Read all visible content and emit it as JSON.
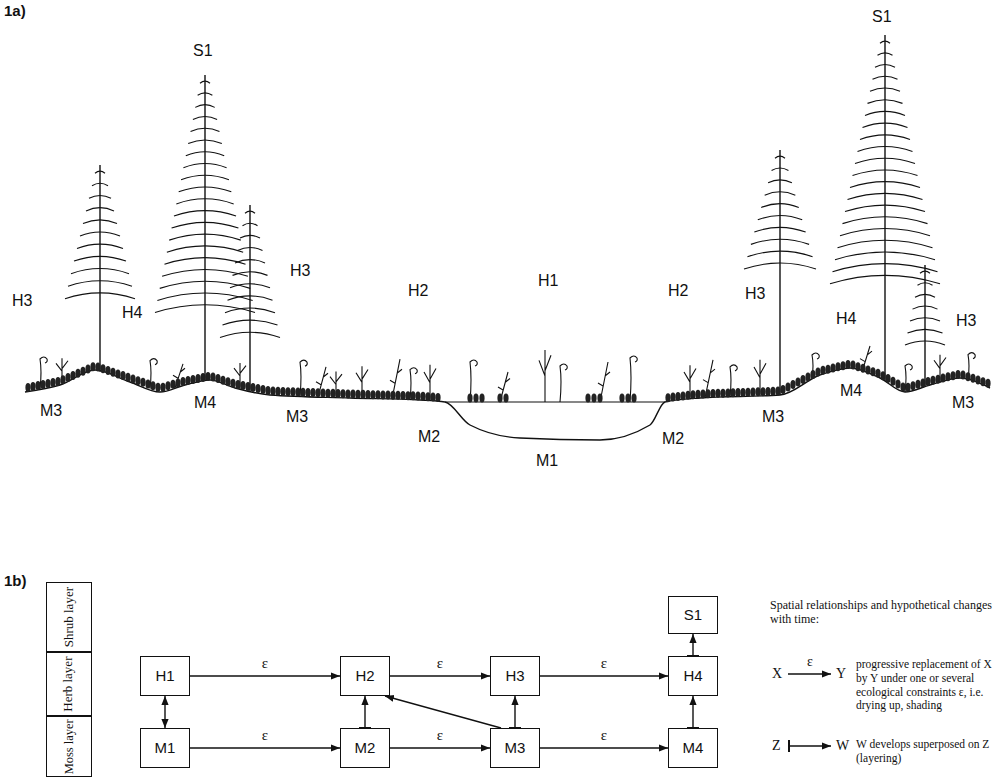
{
  "diagram": {
    "nodes": [
      {
        "text": [
          "Shrub layer"
        ]
      },
      {
        "text": [
          "Herb layer"
        ]
      },
      {
        "text": [
          "Moss layer"
        ]
      },
      {
        "text": [
          "S1"
        ]
      },
      {
        "text": [
          "H1"
        ]
      },
      {
        "text": [
          "H2"
        ]
      },
      {
        "text": [
          "H3"
        ]
      },
      {
        "text": [
          "H4"
        ]
      },
      {
        "text": [
          "M1"
        ]
      },
      {
        "text": [
          "M2"
        ]
      },
      {
        "text": [
          "M3"
        ]
      },
      {
        "text": [
          "M4"
        ]
      }
    ],
    "edges": [
      {
        "from": 4,
        "to": 5,
        "arrow": "to",
        "label": "ε"
      },
      {
        "from": 5,
        "to": 6,
        "arrow": "to",
        "label": "ε"
      },
      {
        "from": 6,
        "to": 7,
        "arrow": "to",
        "label": "ε"
      },
      {
        "from": 8,
        "to": 9,
        "arrow": "to",
        "label": "ε"
      },
      {
        "from": 9,
        "to": 10,
        "arrow": "to",
        "label": "ε"
      },
      {
        "from": 10,
        "to": 11,
        "arrow": "to",
        "label": "ε"
      },
      {
        "from": 8,
        "to": 4,
        "arrow": "both"
      },
      {
        "from": 9,
        "to": 5,
        "arrow": "to"
      },
      {
        "from": 10,
        "to": 6,
        "arrow": "to"
      },
      {
        "from": 11,
        "to": 7,
        "arrow": "to"
      },
      {
        "from": 7,
        "to": 3,
        "arrow": "to"
      },
      {
        "from": 10,
        "to": 5,
        "arrow": "to"
      }
    ],
    "labels": [
      "1a)",
      "S1",
      "S1",
      "H3",
      "H4",
      "H3",
      "H2",
      "H1",
      "H2",
      "H3",
      "H4",
      "H3",
      "M3",
      "M4",
      "M3",
      "M2",
      "M1",
      "M2",
      "M3",
      "M4",
      "M3",
      "1b)",
      "Spatial relationships and hypothetical changes with time:",
      "X",
      "ε",
      "Y",
      "Z",
      "W"
    ],
    "legend": [
      {
        "text": "progressive replacement of X by Y under one or several ecological constraints ε, i.e. drying up, shading"
      },
      {
        "text": "W develops superposed on Z (layering)"
      }
    ]
  }
}
